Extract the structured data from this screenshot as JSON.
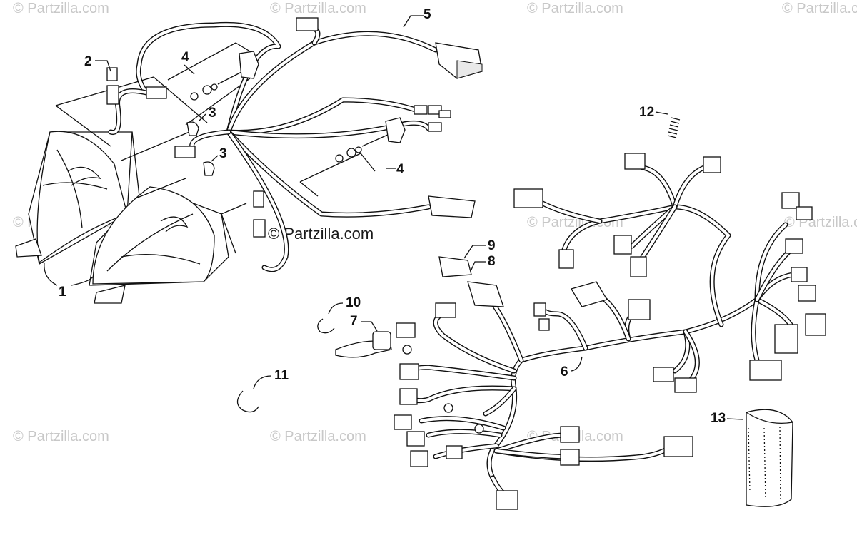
{
  "watermarks": [
    "© Partzilla.com",
    "© Partzilla.com",
    "© Partzilla.com",
    "© Partzilla.com",
    "© Partzilla.com",
    "© Partzilla.com",
    "© Partzilla.com",
    "© Partzilla.com",
    "© Partzilla.com",
    "© Partzilla.com"
  ],
  "center_brand": "© Partzilla.com",
  "callouts": {
    "c1": "1",
    "c2": "2",
    "c3a": "3",
    "c3b": "3",
    "c4a": "4",
    "c4b": "4",
    "c5": "5",
    "c6": "6",
    "c7": "7",
    "c8": "8",
    "c9": "9",
    "c10": "10",
    "c11": "11",
    "c12": "12",
    "c13": "13"
  }
}
